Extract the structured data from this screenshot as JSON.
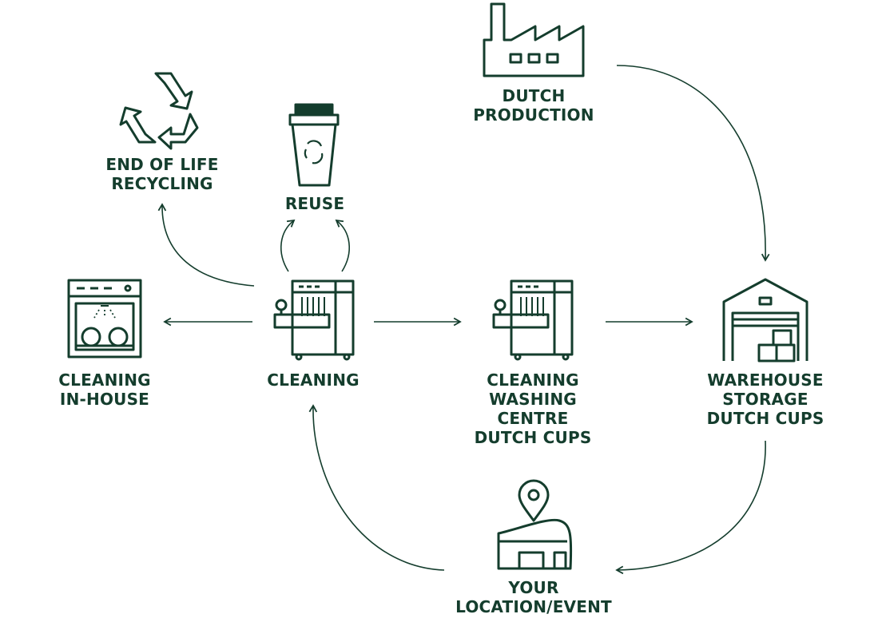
{
  "colors": {
    "ink": "#143d2d",
    "background": "#ffffff"
  },
  "nodes": {
    "production": {
      "icon": "factory-icon",
      "lines": [
        "DUTCH",
        "PRODUCTION"
      ]
    },
    "recycling": {
      "icon": "recycle-icon",
      "lines": [
        "END OF LIFE",
        "RECYCLING"
      ]
    },
    "reuse": {
      "icon": "cup-icon",
      "lines": [
        "REUSE"
      ]
    },
    "cleaning_in_house": {
      "icon": "dishwasher-icon",
      "lines": [
        "CLEANING",
        "IN-HOUSE"
      ]
    },
    "cleaning": {
      "icon": "washing-machine-icon",
      "lines": [
        "CLEANING"
      ]
    },
    "washing_centre": {
      "icon": "washing-machine-icon",
      "lines": [
        "CLEANING",
        "WASHING",
        "CENTRE",
        "DUTCH CUPS"
      ]
    },
    "warehouse": {
      "icon": "warehouse-icon",
      "lines": [
        "WAREHOUSE",
        "STORAGE",
        "DUTCH CUPS"
      ]
    },
    "location": {
      "icon": "location-pin-icon",
      "lines": [
        "YOUR",
        "LOCATION/EVENT"
      ]
    }
  }
}
